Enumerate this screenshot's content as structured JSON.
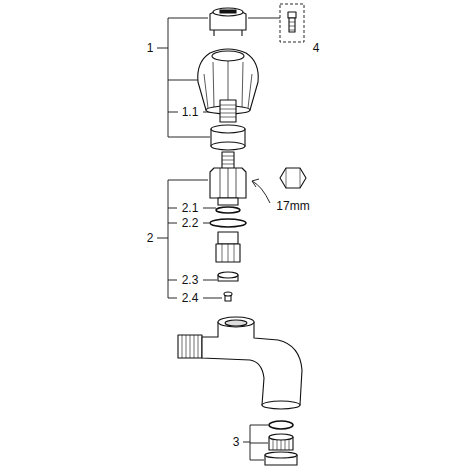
{
  "diagram": {
    "labels": [
      "1",
      "4",
      "1.1",
      "2",
      "2.1",
      "2.2",
      "2.3",
      "2.4",
      "17mm",
      "3"
    ]
  }
}
